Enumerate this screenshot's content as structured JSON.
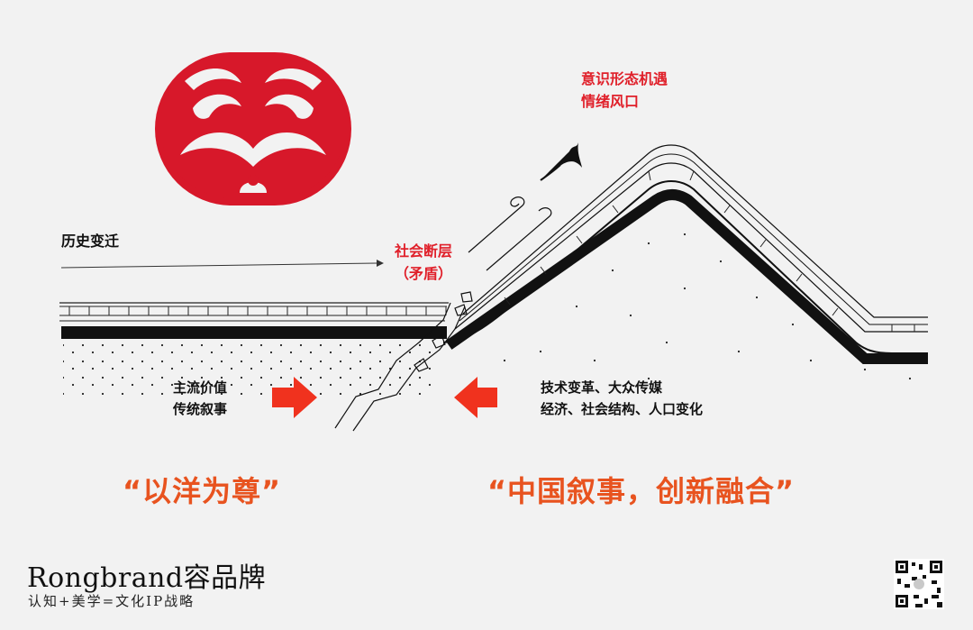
{
  "labels": {
    "history": "历史变迁",
    "fault_line1": "社会断层",
    "fault_line2": "（矛盾）",
    "opportunity_line1": "意识形态机遇",
    "opportunity_line2": "情绪风口",
    "left_force_line1": "主流价值",
    "left_force_line2": "传统叙事",
    "right_force_line1": "技术变革、大众传媒",
    "right_force_line2": "经济、社会结构、人口变化"
  },
  "quotes": {
    "left": "“以洋为尊”",
    "right": "“中国叙事，创新融合”"
  },
  "brand": {
    "name": "Rongbrand容品牌",
    "slogan": "认知+美学=文化IP战略"
  },
  "colors": {
    "logo_red": "#d7182a",
    "label_red": "#e0202a",
    "arrow_red": "#f0321e",
    "quote_orange": "#e8531f",
    "background": "#f2f2f2"
  },
  "icons": {
    "logo": "lion-mask-logo",
    "bird": "swallow-icon",
    "wind": "wind-swirl-icon",
    "qr": "qr-code-icon"
  }
}
